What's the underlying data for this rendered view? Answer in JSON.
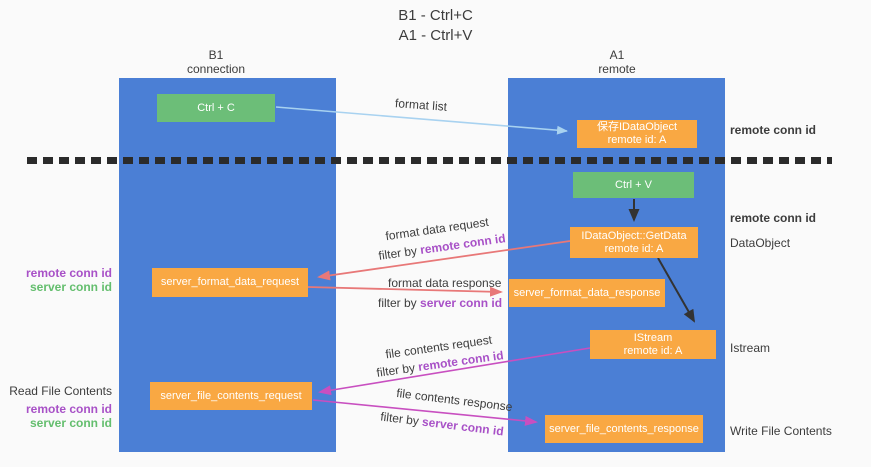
{
  "title": {
    "line1": "B1 - Ctrl+C",
    "line2": "A1 - Ctrl+V"
  },
  "lanes": {
    "left": {
      "name": "B1",
      "role": "connection"
    },
    "right": {
      "name": "A1",
      "role": "remote"
    }
  },
  "boxes": {
    "ctrl_c": "Ctrl + C",
    "ctrl_v": "Ctrl + V",
    "save_idataobject": {
      "line1": "保存IDataObject",
      "line2": "remote id: A"
    },
    "getdata": {
      "line1": "IDataObject::GetData",
      "line2": "remote id: A"
    },
    "istream": {
      "line1": "IStream",
      "line2": "remote id: A"
    },
    "server_format_data_request": "server_format_data_request",
    "server_format_data_response": "server_format_data_response",
    "server_file_contents_request": "server_file_contents_request",
    "server_file_contents_response": "server_file_contents_response"
  },
  "flows": {
    "format_list": {
      "label": "format list"
    },
    "format_data_request": {
      "label": "format data request",
      "filter_prefix": "filter by ",
      "filter_value": "remote conn id"
    },
    "format_data_response": {
      "label": "format data response",
      "filter_prefix": "filter by ",
      "filter_value": "server conn id"
    },
    "file_contents_request": {
      "label": "file contents request",
      "filter_prefix": "filter by ",
      "filter_value": "remote conn id"
    },
    "file_contents_response": {
      "label": "file contents response",
      "filter_prefix": "filter by ",
      "filter_value": "server conn id"
    }
  },
  "annotations": {
    "right": {
      "remote_conn_id_1": "remote conn id",
      "remote_conn_id_2": "remote conn id",
      "dataobject": "DataObject",
      "istream": "Istream",
      "write_file_contents": "Write File Contents"
    },
    "left": {
      "legend_top": {
        "remote": "remote conn id",
        "server": "server conn id"
      },
      "read_file_contents": "Read File Contents",
      "legend_bottom": {
        "remote": "remote conn id",
        "server": "server conn id"
      }
    }
  },
  "colors": {
    "background": "#fafafa",
    "lane_blue": "#4b7fd5",
    "box_orange": "#f9a843",
    "box_green": "#6cbe78",
    "arrow_salmon": "#e87878",
    "arrow_magenta": "#c84fc0",
    "arrow_lightblue": "#a8d2f0",
    "arrow_black": "#333333",
    "text_purple": "#a851c7",
    "text_green": "#64be6e",
    "dashed_black": "#2b2b2b"
  }
}
